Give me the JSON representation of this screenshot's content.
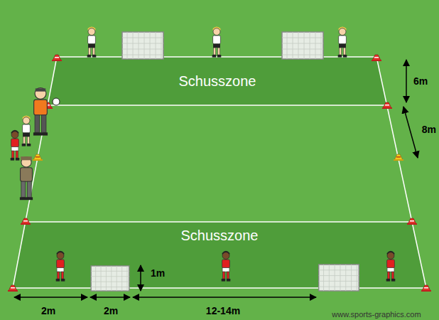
{
  "diagram": {
    "nodes": [
      {
        "text": [
          "Schusszone"
        ]
      },
      {
        "text": [
          "Schusszone"
        ]
      }
    ],
    "labels": [
      "6m",
      "8m",
      "1m",
      "2m",
      "2m",
      "12-14m",
      "www.sports-graphics.com"
    ]
  }
}
